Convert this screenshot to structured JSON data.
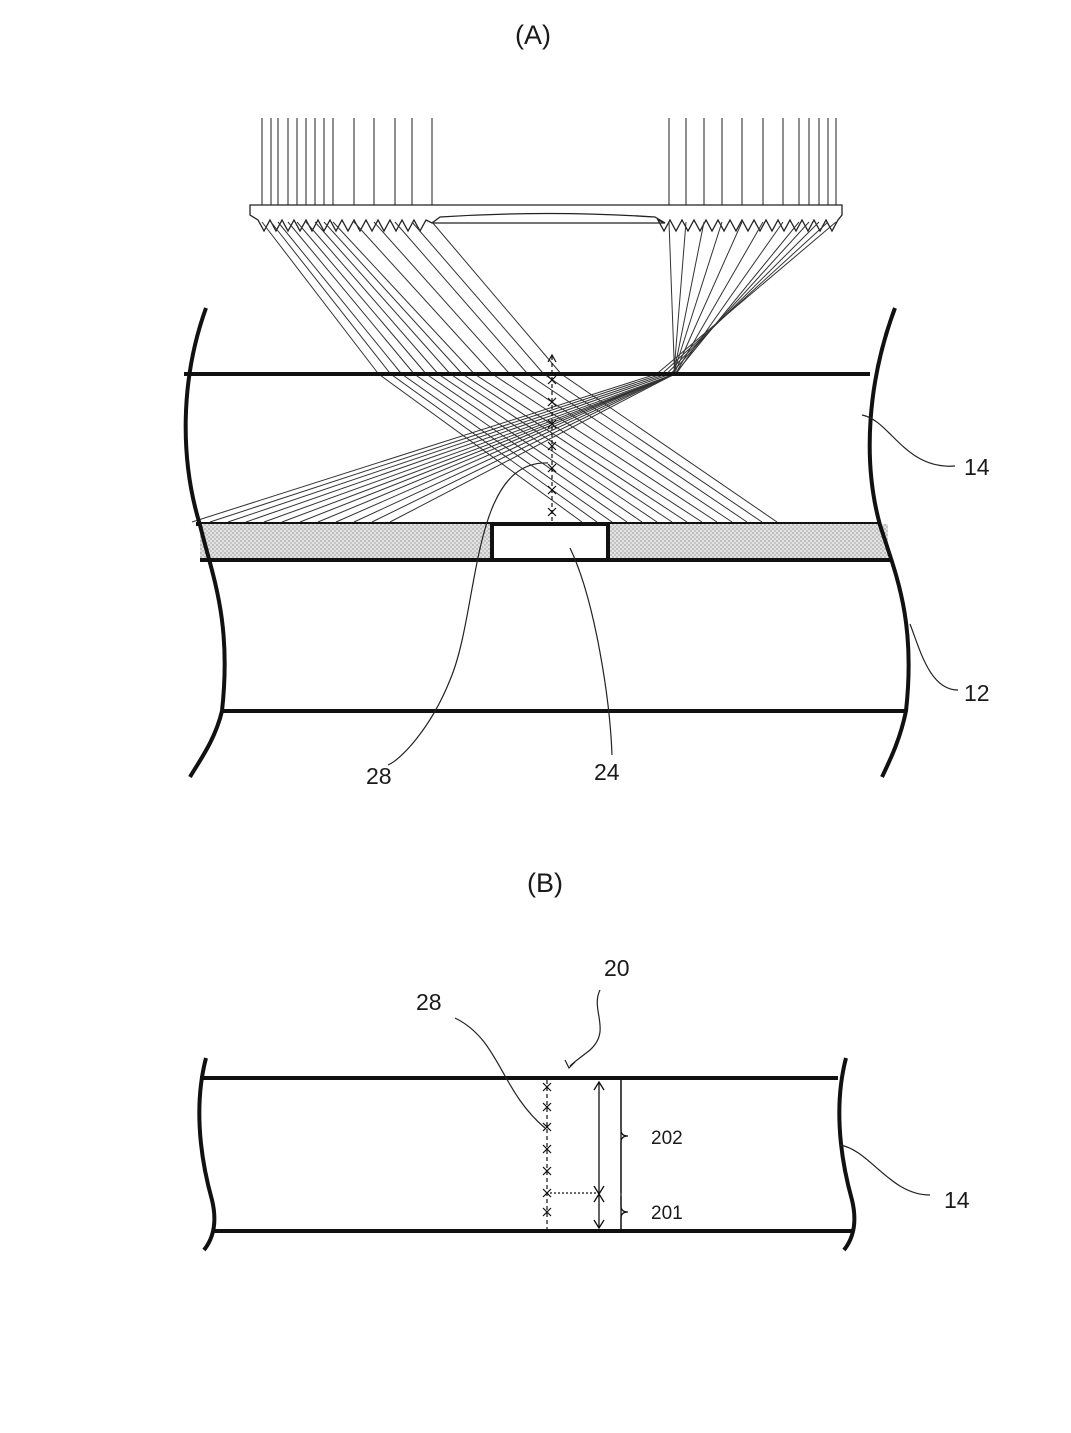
{
  "panel_a": {
    "label": "(A)",
    "refs": {
      "layer_14": "14",
      "layer_12": "12",
      "region_28": "28",
      "element_24": "24"
    }
  },
  "panel_b": {
    "label": "(B)",
    "refs": {
      "mark_20": "20",
      "region_28": "28",
      "dim_202": "202",
      "dim_201": "201",
      "layer_14": "14"
    }
  },
  "colors": {
    "line": "#111111",
    "fill_dotted_layer": "#d9d9d9",
    "background": "#ffffff"
  }
}
